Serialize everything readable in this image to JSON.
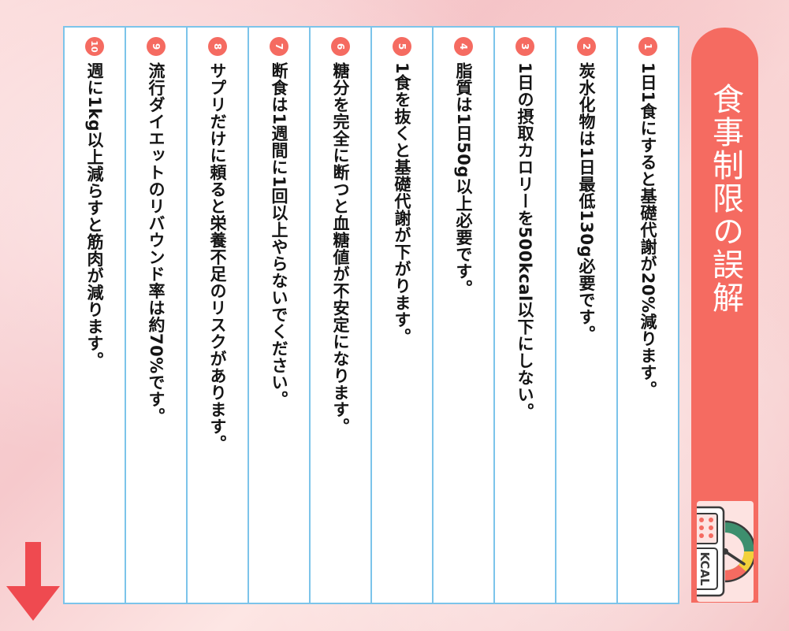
{
  "title": "食事制限の誤解",
  "colors": {
    "accent": "#f56b61",
    "border": "#7cc4ea",
    "text": "#151515"
  },
  "icon": {
    "name": "calorie-meter-icon",
    "label": "KCAL"
  },
  "items": [
    {
      "number": "1",
      "text": "1日1食にすると基礎代謝が20%減ります。"
    },
    {
      "number": "2",
      "text": "炭水化物は1日最低130g必要です。"
    },
    {
      "number": "3",
      "text": "1日の摂取カロリーを500kcal以下にしない。"
    },
    {
      "number": "4",
      "text": "脂質は1日50g以上必要です。"
    },
    {
      "number": "5",
      "text": "1食を抜くと基礎代謝が下がります。"
    },
    {
      "number": "6",
      "text": "糖分を完全に断つと血糖値が不安定になります。"
    },
    {
      "number": "7",
      "text": "断食は1週間に1回以上やらないでください。"
    },
    {
      "number": "8",
      "text": "サプリだけに頼ると栄養不足のリスクがあります。"
    },
    {
      "number": "9",
      "text": "流行ダイエットのリバウンド率は約70%です。"
    },
    {
      "number": "10",
      "text": "週に1kg以上減らすと筋肉が減ります。"
    }
  ]
}
